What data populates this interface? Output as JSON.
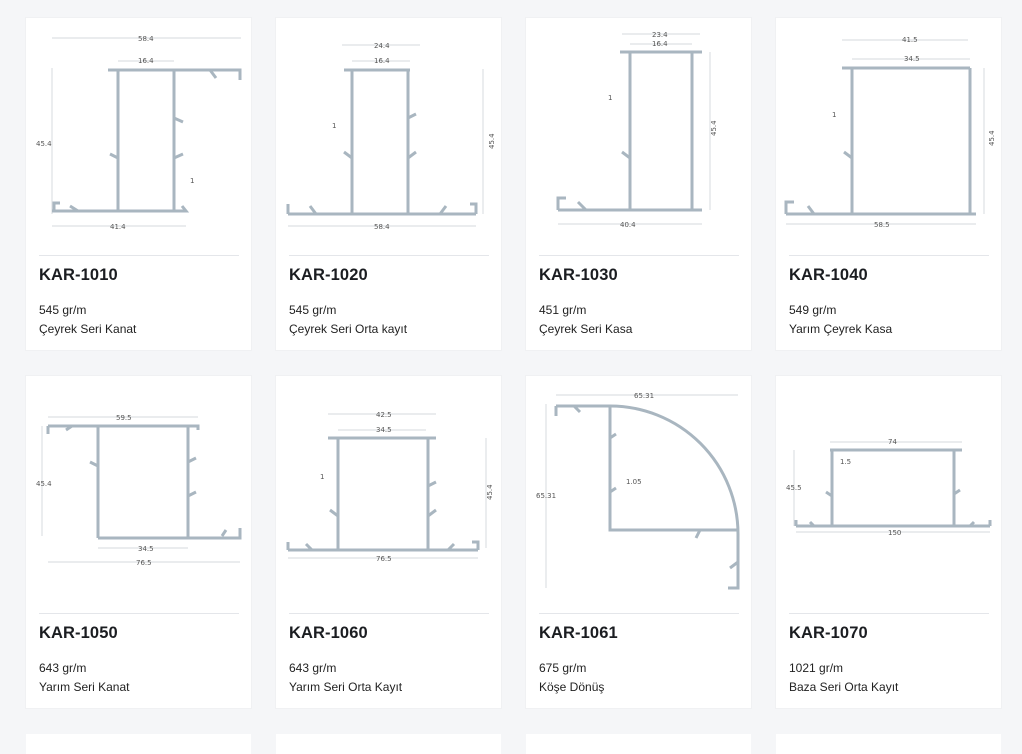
{
  "products": [
    {
      "code": "KAR-1010",
      "weight": "545 gr/m",
      "name": "Çeyrek Seri Kanat",
      "dims": [
        "58.4",
        "16.4",
        "45.4",
        "41.4",
        "1"
      ]
    },
    {
      "code": "KAR-1020",
      "weight": "545 gr/m",
      "name": "Çeyrek Seri Orta kayıt",
      "dims": [
        "24.4",
        "16.4",
        "45.4",
        "58.4",
        "1"
      ]
    },
    {
      "code": "KAR-1030",
      "weight": "451 gr/m",
      "name": "Çeyrek Seri Kasa",
      "dims": [
        "23.4",
        "16.4",
        "45.4",
        "40.4",
        "1"
      ]
    },
    {
      "code": "KAR-1040",
      "weight": "549 gr/m",
      "name": "Yarım Çeyrek Kasa",
      "dims": [
        "41.5",
        "34.5",
        "45.4",
        "58.5",
        "1"
      ]
    },
    {
      "code": "KAR-1050",
      "weight": "643 gr/m",
      "name": "Yarım Seri Kanat",
      "dims": [
        "59.5",
        "45.4",
        "34.5",
        "76.5"
      ]
    },
    {
      "code": "KAR-1060",
      "weight": "643 gr/m",
      "name": "Yarım Seri Orta Kayıt",
      "dims": [
        "42.5",
        "34.5",
        "45.4",
        "76.5",
        "1"
      ]
    },
    {
      "code": "KAR-1061",
      "weight": "675 gr/m",
      "name": "Köşe Dönüş",
      "dims": [
        "65.31",
        "65.31",
        "1.05"
      ]
    },
    {
      "code": "KAR-1070",
      "weight": "1021 gr/m",
      "name": "Baza Seri Orta Kayıt",
      "dims": [
        "74",
        "45.5",
        "1.5",
        "150"
      ]
    }
  ],
  "colors": {
    "profile": "#a9b6c0",
    "dimension": "#c6ccd2",
    "background": "#f5f6f8"
  }
}
